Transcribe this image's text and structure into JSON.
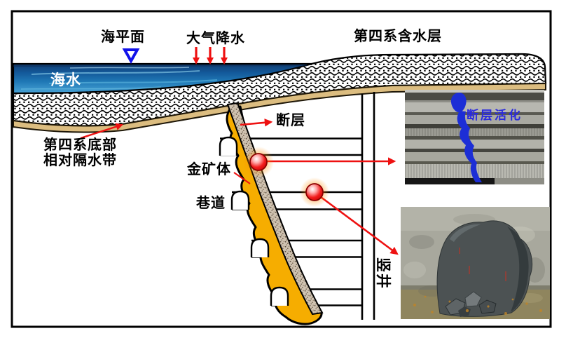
{
  "labels": {
    "sea_level": "海平面",
    "precipitation": "大气降水",
    "quaternary_aquifer": "第四系含水层",
    "sea_water": "海水",
    "aquitard_line1": "第四系底部",
    "aquitard_line2": "相对隔水带",
    "fault": "断层",
    "gold_ore_body": "金矿体",
    "tunnel": "巷道",
    "shaft": "竖井",
    "fault_activation": "断层活化"
  },
  "markers": {
    "sea_level_marker": "open-triangle-down",
    "rain_arrow_count": 3,
    "water_inrush_points": 2,
    "tunnel_portal_count": 4,
    "tunnel_level_count": 4
  },
  "colors": {
    "sea_water_blue": "#1f78b5",
    "aquitard_tan": "#dcbd80",
    "ore_body_gold": "#f6ad00",
    "callout_red": "#ee1111",
    "sea_level_marker_blue": "#1212ea",
    "fault_activation_blue": "#1c2ed6",
    "inrush_glow_orange": "#ff8c00"
  }
}
